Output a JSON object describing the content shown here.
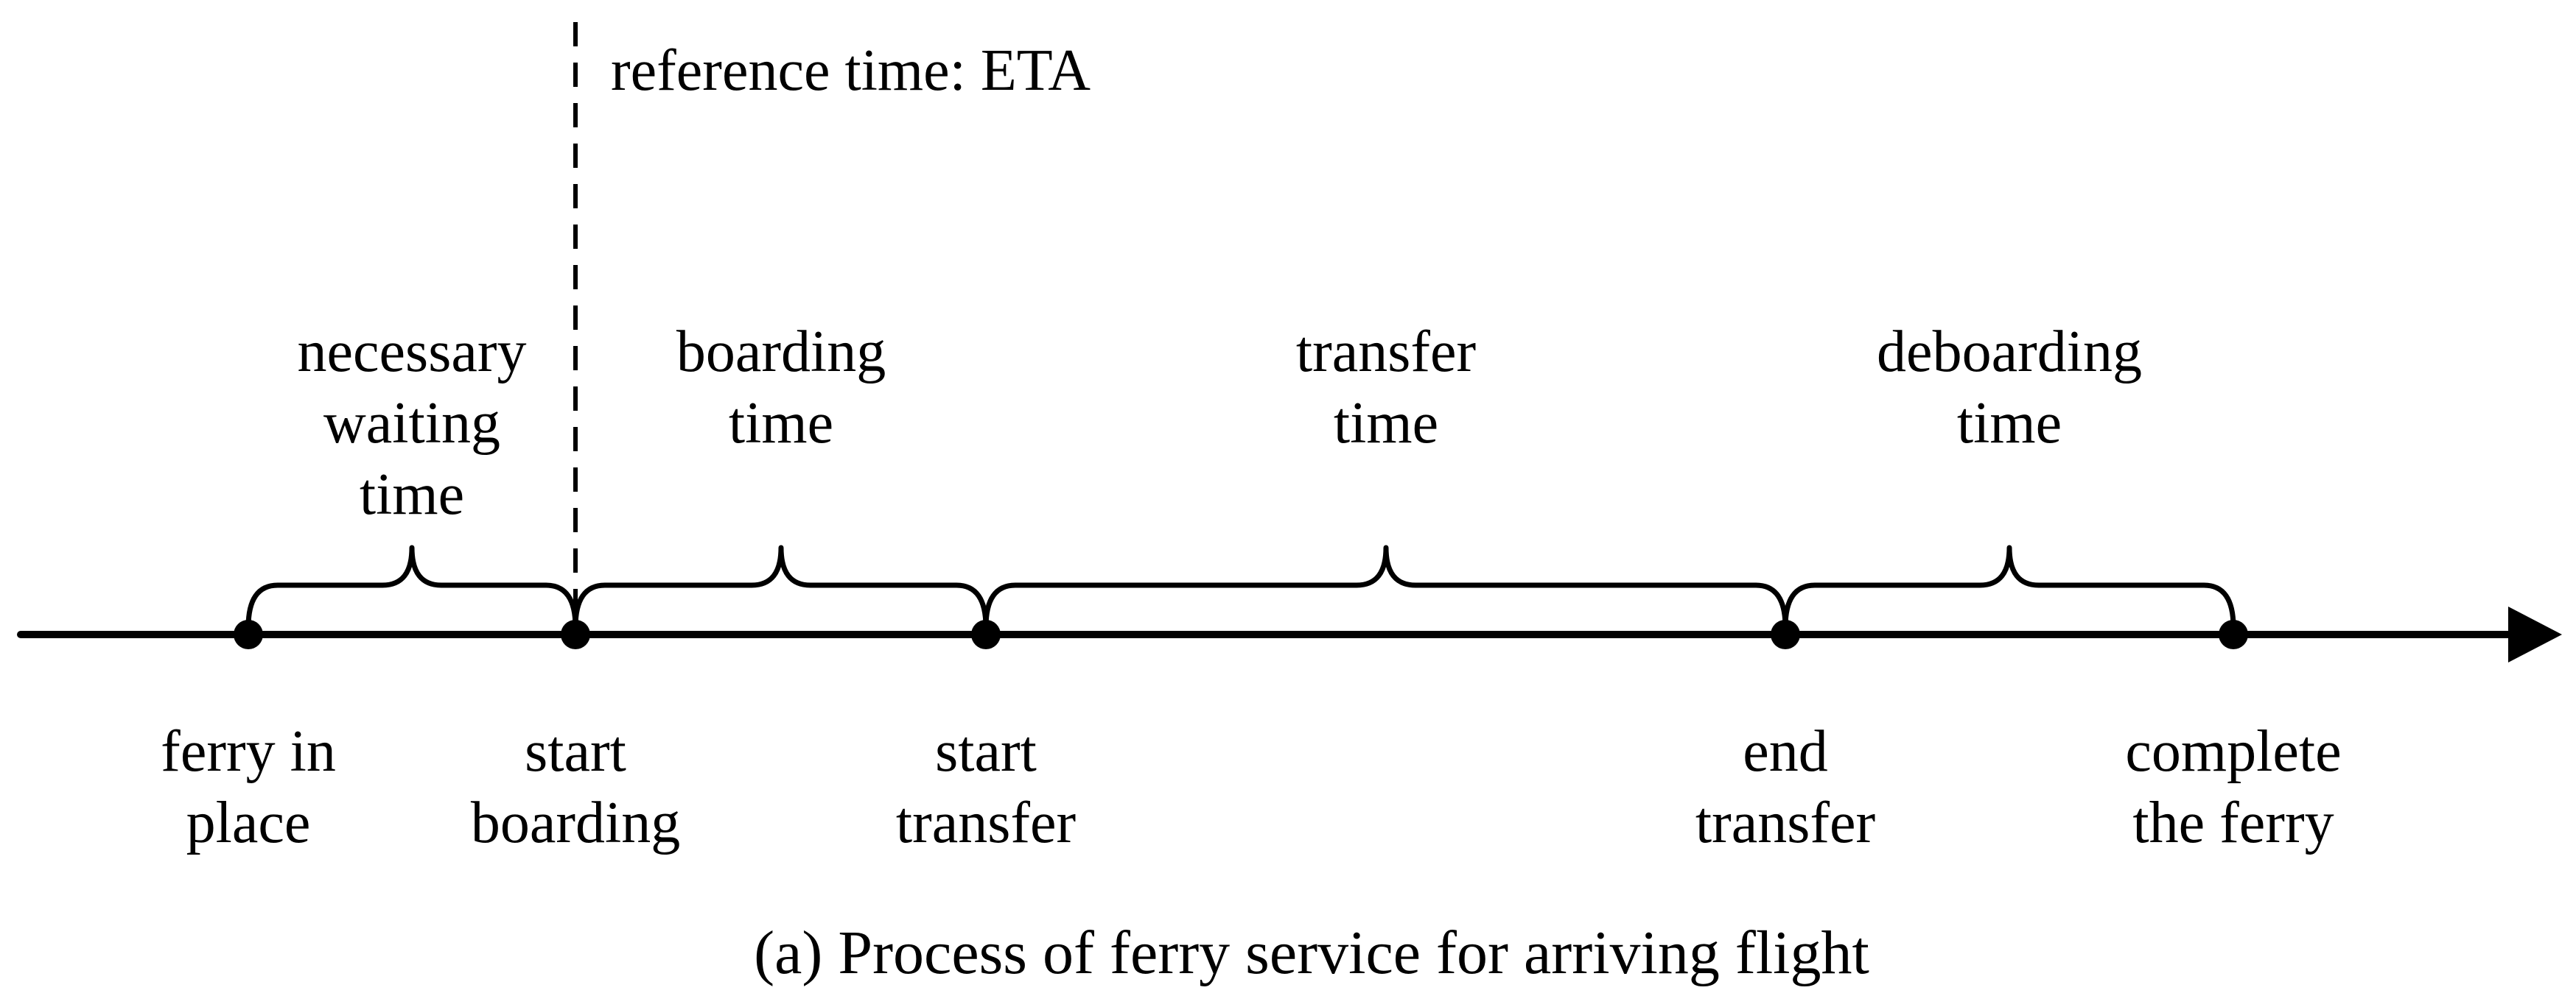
{
  "colors": {
    "ink": "#000000",
    "background": "#ffffff"
  },
  "reference_label": "reference time: ETA",
  "intervals": [
    {
      "label": "necessary\nwaiting\ntime"
    },
    {
      "label": "boarding\ntime"
    },
    {
      "label": "transfer\ntime"
    },
    {
      "label": "deboarding\ntime"
    }
  ],
  "events": [
    {
      "label": "ferry in\nplace"
    },
    {
      "label": "start\nboarding"
    },
    {
      "label": "start\ntransfer"
    },
    {
      "label": "end\ntransfer"
    },
    {
      "label": "complete\nthe ferry"
    }
  ],
  "caption": "(a) Process of ferry service for arriving flight"
}
